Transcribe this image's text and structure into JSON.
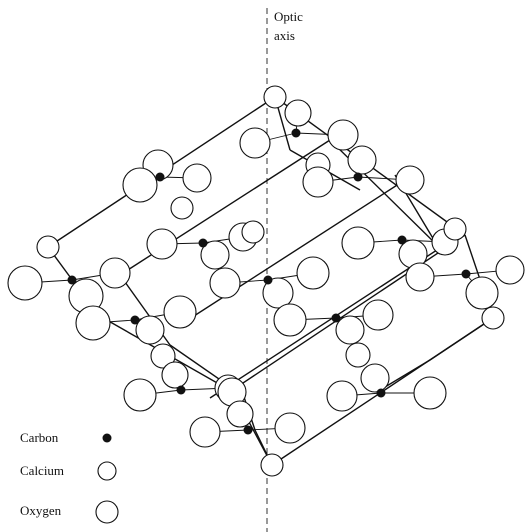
{
  "figure": {
    "axis_label_line1": "Optic",
    "axis_label_line2": "axis",
    "legend": [
      {
        "label": "Carbon",
        "symbol": "filled-dot"
      },
      {
        "label": "Calcium",
        "symbol": "open-circle"
      },
      {
        "label": "Oxygen",
        "symbol": "open-circle"
      }
    ]
  },
  "colors": {
    "ink": "#111111",
    "background": "#ffffff"
  }
}
